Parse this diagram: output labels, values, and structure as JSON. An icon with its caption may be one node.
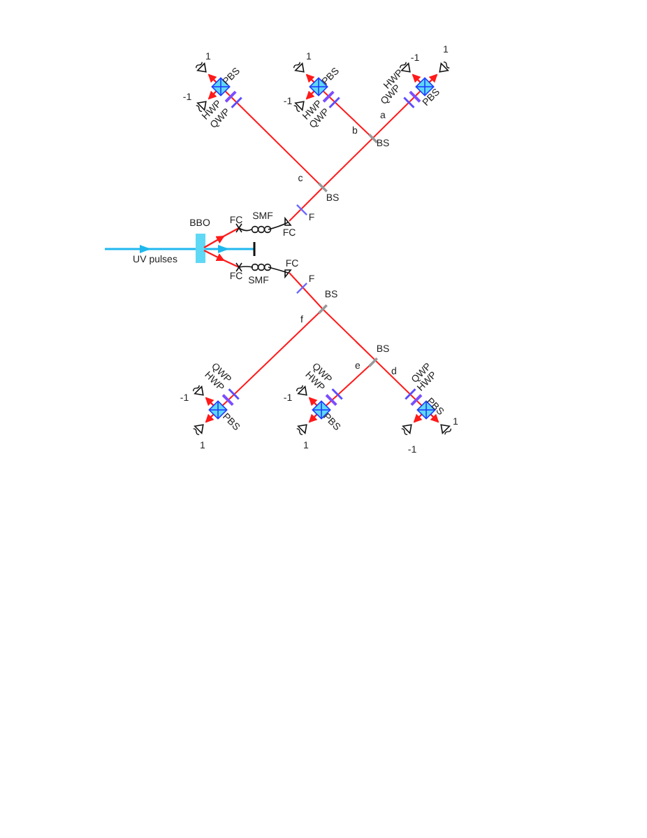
{
  "diagram": {
    "labels": [
      "1",
      "PBS",
      "-1",
      "HWP",
      "QWP",
      "1",
      "PBS",
      "-1",
      "HWP",
      "QWP",
      "-1",
      "1",
      "HWP",
      "QWP",
      "PBS",
      "a",
      "b",
      "BS",
      "c",
      "BS",
      "F",
      "BBO",
      "FC",
      "SMF",
      "FC",
      "UV pulses",
      "FC",
      "FC",
      "SMF",
      "F",
      "BS",
      "f",
      "BS",
      "e",
      "d",
      "QWP",
      "HWP",
      "-1",
      "PBS",
      "1",
      "QWP",
      "HWP",
      "-1",
      "PBS",
      "1",
      "QWP",
      "HWP",
      "PBS",
      "1",
      "-1"
    ]
  }
}
